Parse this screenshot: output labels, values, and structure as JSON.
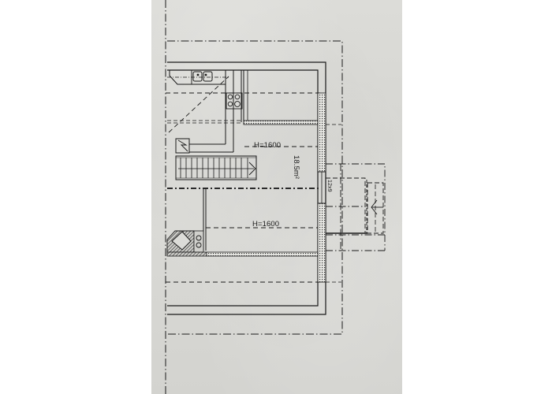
{
  "drawing": {
    "type": "architectural floor plan",
    "paper_color": "#d8d8d4",
    "ink_color": "#1a1a1a",
    "labels": {
      "height_upper": "H=1600",
      "height_lower": "H=1600",
      "area": "18.5m²",
      "window_mark": "12x9"
    },
    "elements": [
      {
        "name": "kitchen-counter",
        "description": "L-shaped counter with double sink and 4-burner stove"
      },
      {
        "name": "double-sink"
      },
      {
        "name": "stove-four-burner"
      },
      {
        "name": "staircase",
        "direction": "right"
      },
      {
        "name": "fireplace-stove"
      },
      {
        "name": "upper-room"
      },
      {
        "name": "main-room",
        "area": "18.5m²"
      },
      {
        "name": "balcony"
      }
    ]
  }
}
